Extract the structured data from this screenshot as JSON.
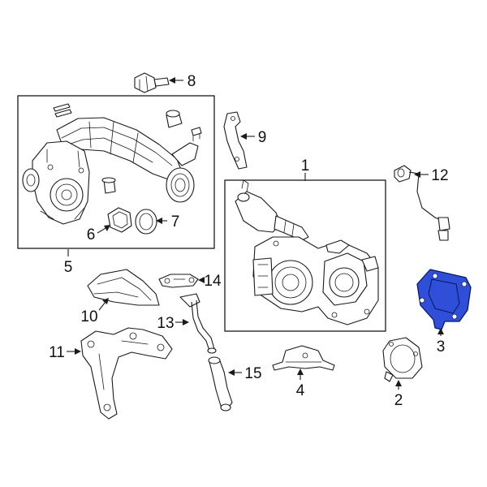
{
  "callouts": {
    "c1": "1",
    "c2": "2",
    "c3": "3",
    "c4": "4",
    "c5": "5",
    "c6": "6",
    "c7": "7",
    "c8": "8",
    "c9": "9",
    "c10": "10",
    "c11": "11",
    "c12": "12",
    "c13": "13",
    "c14": "14",
    "c15": "15"
  },
  "colors": {
    "highlight_fill": "#2f4fd9",
    "highlight_stroke": "#0b1a66",
    "line": "#1a1a1a"
  },
  "highlighted_part": "3"
}
